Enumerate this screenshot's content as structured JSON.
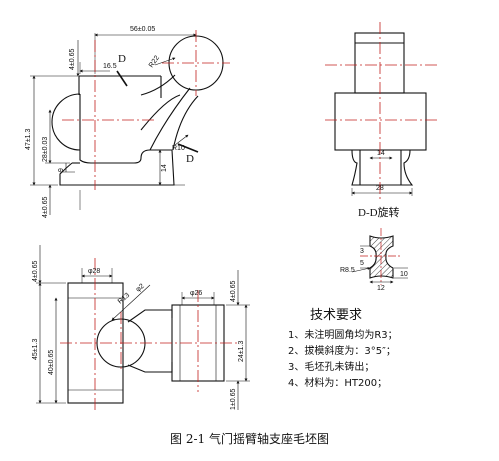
{
  "caption": "图 2-1    气门摇臂轴支座毛坯图",
  "section_label": "D-D旋转",
  "section_mark_1": "D",
  "section_mark_2": "D",
  "requirements": {
    "title": "技术要求",
    "items": [
      "1、未注明圆角均为R3；",
      "2、拔模斜度为：3°5″；",
      "3、毛坯孔未铸出；",
      "4、材料为：HT200；"
    ]
  },
  "dims": {
    "front_center_dist": "56±0.05",
    "front_left_offset": "16.5",
    "front_r": "R22",
    "front_top_ht": "4±0.65",
    "front_total_ht": "47±1.3",
    "front_28": "28±0.03",
    "front_9": "9",
    "front_bot": "4±0.65",
    "front_r10": "R10",
    "front_14": "14",
    "side_14": "14",
    "side_28": "28",
    "top_phi28": "φ28",
    "top_r13": "R13",
    "top_r2": "φ2",
    "top_phi26": "φ26",
    "top_left_top": "4±0.65",
    "top_left_total": "45±1.3",
    "top_left_mid": "40±0.65",
    "top_right_top": "4±0.65",
    "top_right_mid": "24±1.3",
    "top_right_bot": "1±0.65",
    "sec_r85": "R8.5",
    "sec_3": "3",
    "sec_5": "5",
    "sec_10": "10",
    "sec_12": "12"
  }
}
